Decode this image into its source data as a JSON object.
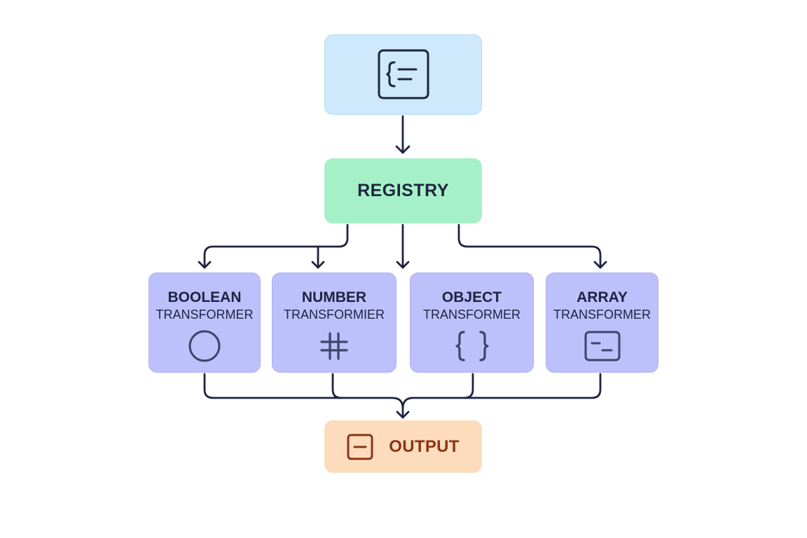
{
  "registry": {
    "label": "REGISTRY"
  },
  "transformers": [
    {
      "title": "BOOLEAN",
      "subtitle": "TRANSFORMER",
      "icon": "circle-icon"
    },
    {
      "title": "NUMBER",
      "subtitle": "TRANSFORMIER",
      "icon": "hash-icon"
    },
    {
      "title": "OBJECT",
      "subtitle": "TRANSFORMER",
      "icon": "curly-braces-icon"
    },
    {
      "title": "ARRAY",
      "subtitle": "TRANSFORMER",
      "icon": "terminal-window-icon"
    }
  ],
  "output": {
    "label": "OUTPUT",
    "icon": "minus-square-icon"
  },
  "input": {
    "icon": "json-document-icon"
  },
  "colors": {
    "input_fill": "#cde9fb",
    "registry_fill": "#a6f0c8",
    "transformer_fill": "#bcc0fb",
    "output_fill": "#fcdcbc",
    "output_text": "#8a3514",
    "line": "#1e2440"
  }
}
